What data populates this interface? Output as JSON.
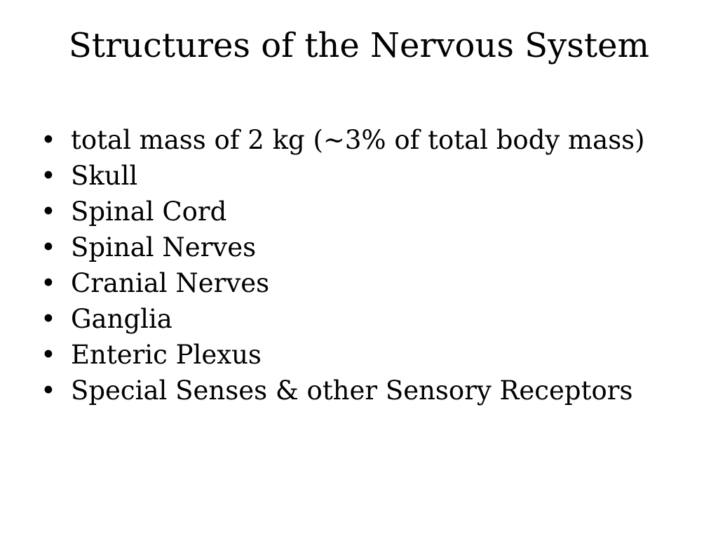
{
  "slide": {
    "title": "Structures of the Nervous System",
    "bullet_marker": "•",
    "bullets": [
      "total mass of 2 kg (~3% of total body mass)",
      "Skull",
      "Spinal Cord",
      "Spinal Nerves",
      "Cranial Nerves",
      "Ganglia",
      "Enteric Plexus",
      "Special Senses & other Sensory Receptors"
    ]
  },
  "colors": {
    "background": "#ffffff",
    "text": "#000000"
  }
}
